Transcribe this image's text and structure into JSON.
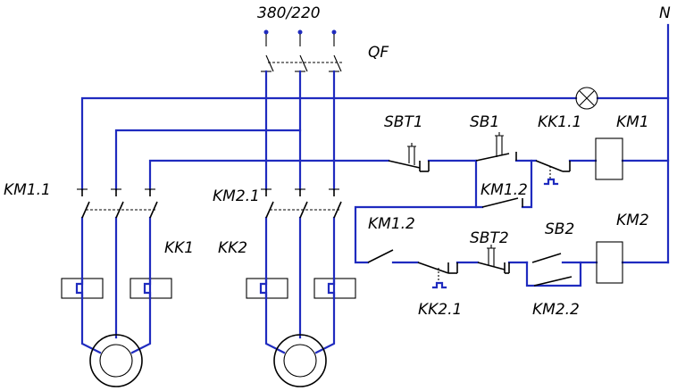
{
  "labels": {
    "supply": "380/220",
    "neutral": "N",
    "breaker": "QF",
    "km11": "KM1.1",
    "km21": "KM2.1",
    "kk1": "KK1",
    "kk2": "KK2",
    "sbt1": "SBT1",
    "sb1": "SB1",
    "kk11": "KK1.1",
    "km1": "KM1",
    "km12_upper": "KM1.2",
    "km12_lower": "KM1.2",
    "sbt2": "SBT2",
    "sb2": "SB2",
    "km2": "KM2",
    "kk21": "KK2.1",
    "km22": "KM2.2"
  },
  "colors": {
    "wire": "#1f2bbf",
    "symbol": "#000000",
    "background": "#ffffff"
  }
}
